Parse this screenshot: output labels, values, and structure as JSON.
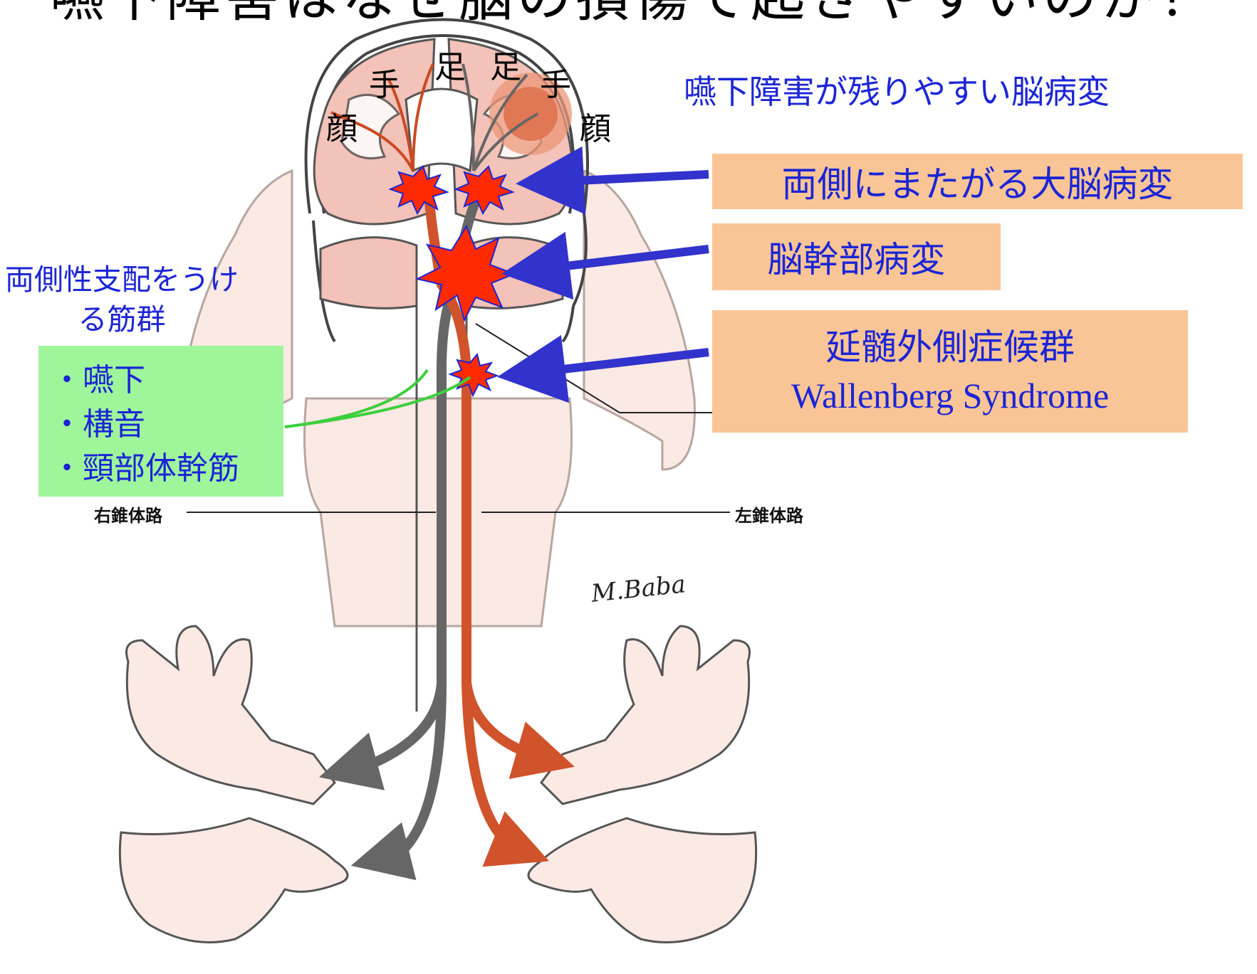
{
  "title": "嚥下障害はなぜ脳の損傷で起きやすいのか？",
  "heading": "嚥下障害が残りやすい脳病変",
  "callouts": {
    "cerebral": "両側にまたがる大脳病変",
    "brainstem": "脳幹部病変",
    "wallenberg_ja": "延髄外側症候群",
    "wallenberg_en": "Wallenberg Syndrome"
  },
  "bilateral_label": "両側性支配をうける筋群",
  "muscle_groups": [
    "嚥下",
    "構音",
    "頸部体幹筋"
  ],
  "cortex_labels": {
    "left": [
      "顔",
      "手",
      "足"
    ],
    "right": [
      "足",
      "手",
      "顔"
    ]
  },
  "pyramidal": {
    "right": "右錐体路",
    "left": "左錐体路"
  },
  "signature": "M.Baba",
  "colors": {
    "callout_fill": "#f9c596",
    "callout_text": "#1b25d6",
    "green_box": "#9ff59a",
    "arrow": "#3232cc",
    "lesion": "#ff2a00",
    "tract_orange": "#d0532b",
    "tract_gray": "#666666",
    "brain_pink": "#f3c2b8"
  }
}
